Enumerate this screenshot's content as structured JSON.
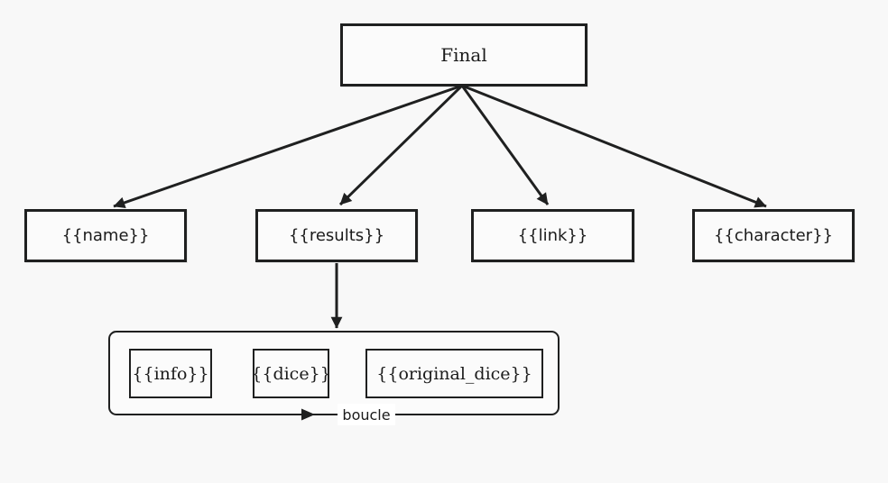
{
  "colors": {
    "background": "#f8f8f8",
    "stroke": "#1f2020",
    "node_fill": "#fbfbfb",
    "label_bg": "#ffffff",
    "text": "#1b1b1b"
  },
  "diagram": {
    "root": {
      "label": "Final"
    },
    "children": [
      {
        "label": "{{name}}"
      },
      {
        "label": "{{results}}"
      },
      {
        "label": "{{link}}"
      },
      {
        "label": "{{character}}"
      }
    ],
    "loop": {
      "items": [
        {
          "label": "{{info}}"
        },
        {
          "label": "{{dice}}"
        },
        {
          "label": "{{original_dice}}"
        }
      ],
      "label": "boucle"
    }
  }
}
